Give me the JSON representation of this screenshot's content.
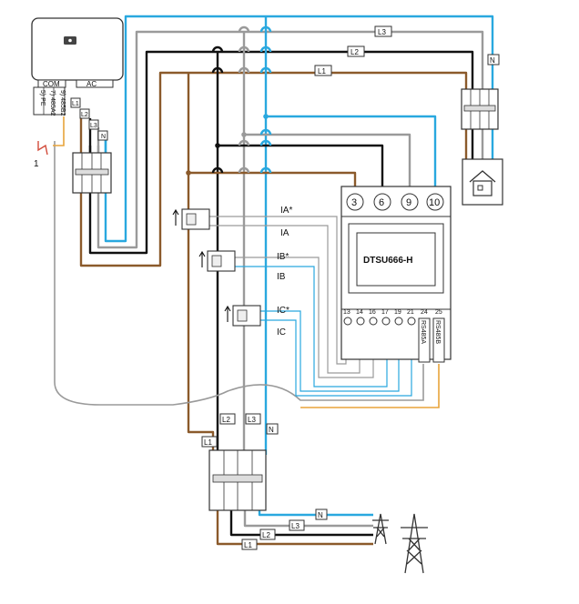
{
  "colors": {
    "l1": "#8b5a2b",
    "l2": "#111111",
    "l3": "#9a9a9a",
    "n": "#29a8df",
    "signal": "#e8a33a",
    "signal2": "#d24b3a",
    "outline": "#333333"
  },
  "inverter": {
    "com_label": "COM",
    "ac_label": "AC",
    "com_pins": [
      "5) PE",
      "7) 485A2",
      "9) 485B2"
    ],
    "ac_pins": [
      "L1",
      "L2",
      "L3",
      "N"
    ]
  },
  "callout": "1",
  "wire_labels": {
    "top_l3": "L3",
    "top_l2": "L2",
    "top_l1": "L1",
    "top_n": "N",
    "bottom_l1": "L1",
    "bottom_l2": "L2",
    "bottom_l3": "L3",
    "bottom_n": "N",
    "grid_n": "N",
    "grid_l3": "L3",
    "grid_l2": "L2",
    "grid_l1": "L1"
  },
  "meter": {
    "name": "DTSU666-H",
    "top_terminals": [
      "3",
      "6",
      "9",
      "10"
    ],
    "bottom_terminals": [
      "13",
      "14",
      "16",
      "17",
      "19",
      "21",
      "24",
      "25"
    ],
    "rs485a": "RS485A",
    "rs485b": "RS485B"
  },
  "ct_labels": [
    "IA*",
    "IA",
    "IB*",
    "IB",
    "IC*",
    "IC"
  ],
  "icons": [
    "inverter-icon",
    "house-icon",
    "transmission-tower-icon"
  ]
}
